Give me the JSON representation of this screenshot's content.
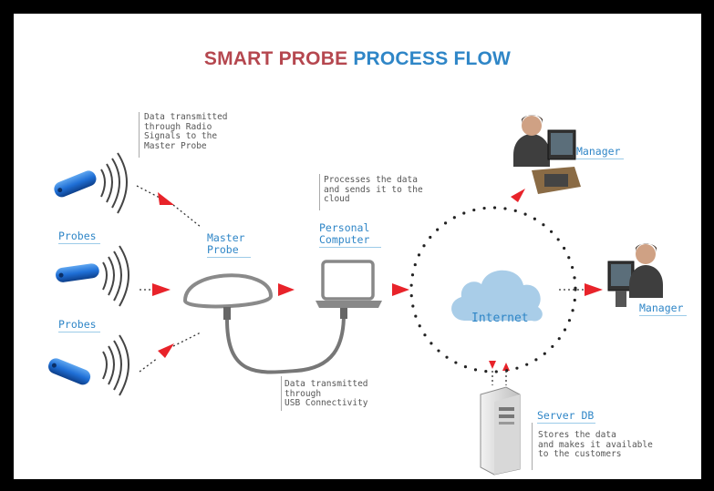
{
  "title": {
    "part1": "SMART PROBE",
    "part2": "PROCESS FLOW"
  },
  "colors": {
    "title_red": "#b5474f",
    "title_blue": "#2f86c7",
    "arrow_red": "#e8232a",
    "cloud": "#a9cde8",
    "probe_blue": "#1f6fd6"
  },
  "labels": {
    "probes_top": "Probes",
    "probes_bottom": "Probes",
    "master_probe": [
      "Master",
      "Probe"
    ],
    "personal_computer": [
      "Personal",
      "Computer"
    ],
    "internet": "Internet",
    "manager_top": "Manager",
    "manager_right": "Manager",
    "server_db": "Server DB"
  },
  "notes": {
    "radio": "Data transmitted\nthrough Radio\nSignals to the\nMaster Probe",
    "pc": "Processes the data\nand sends it to the\ncloud",
    "usb": "Data transmitted\nthrough\nUSB Connectivity",
    "server": "Stores the data\nand makes it available\nto the customers"
  },
  "icons": [
    "probe-icon",
    "master-probe-icon",
    "laptop-icon",
    "cloud-icon",
    "manager-icon",
    "server-icon"
  ]
}
